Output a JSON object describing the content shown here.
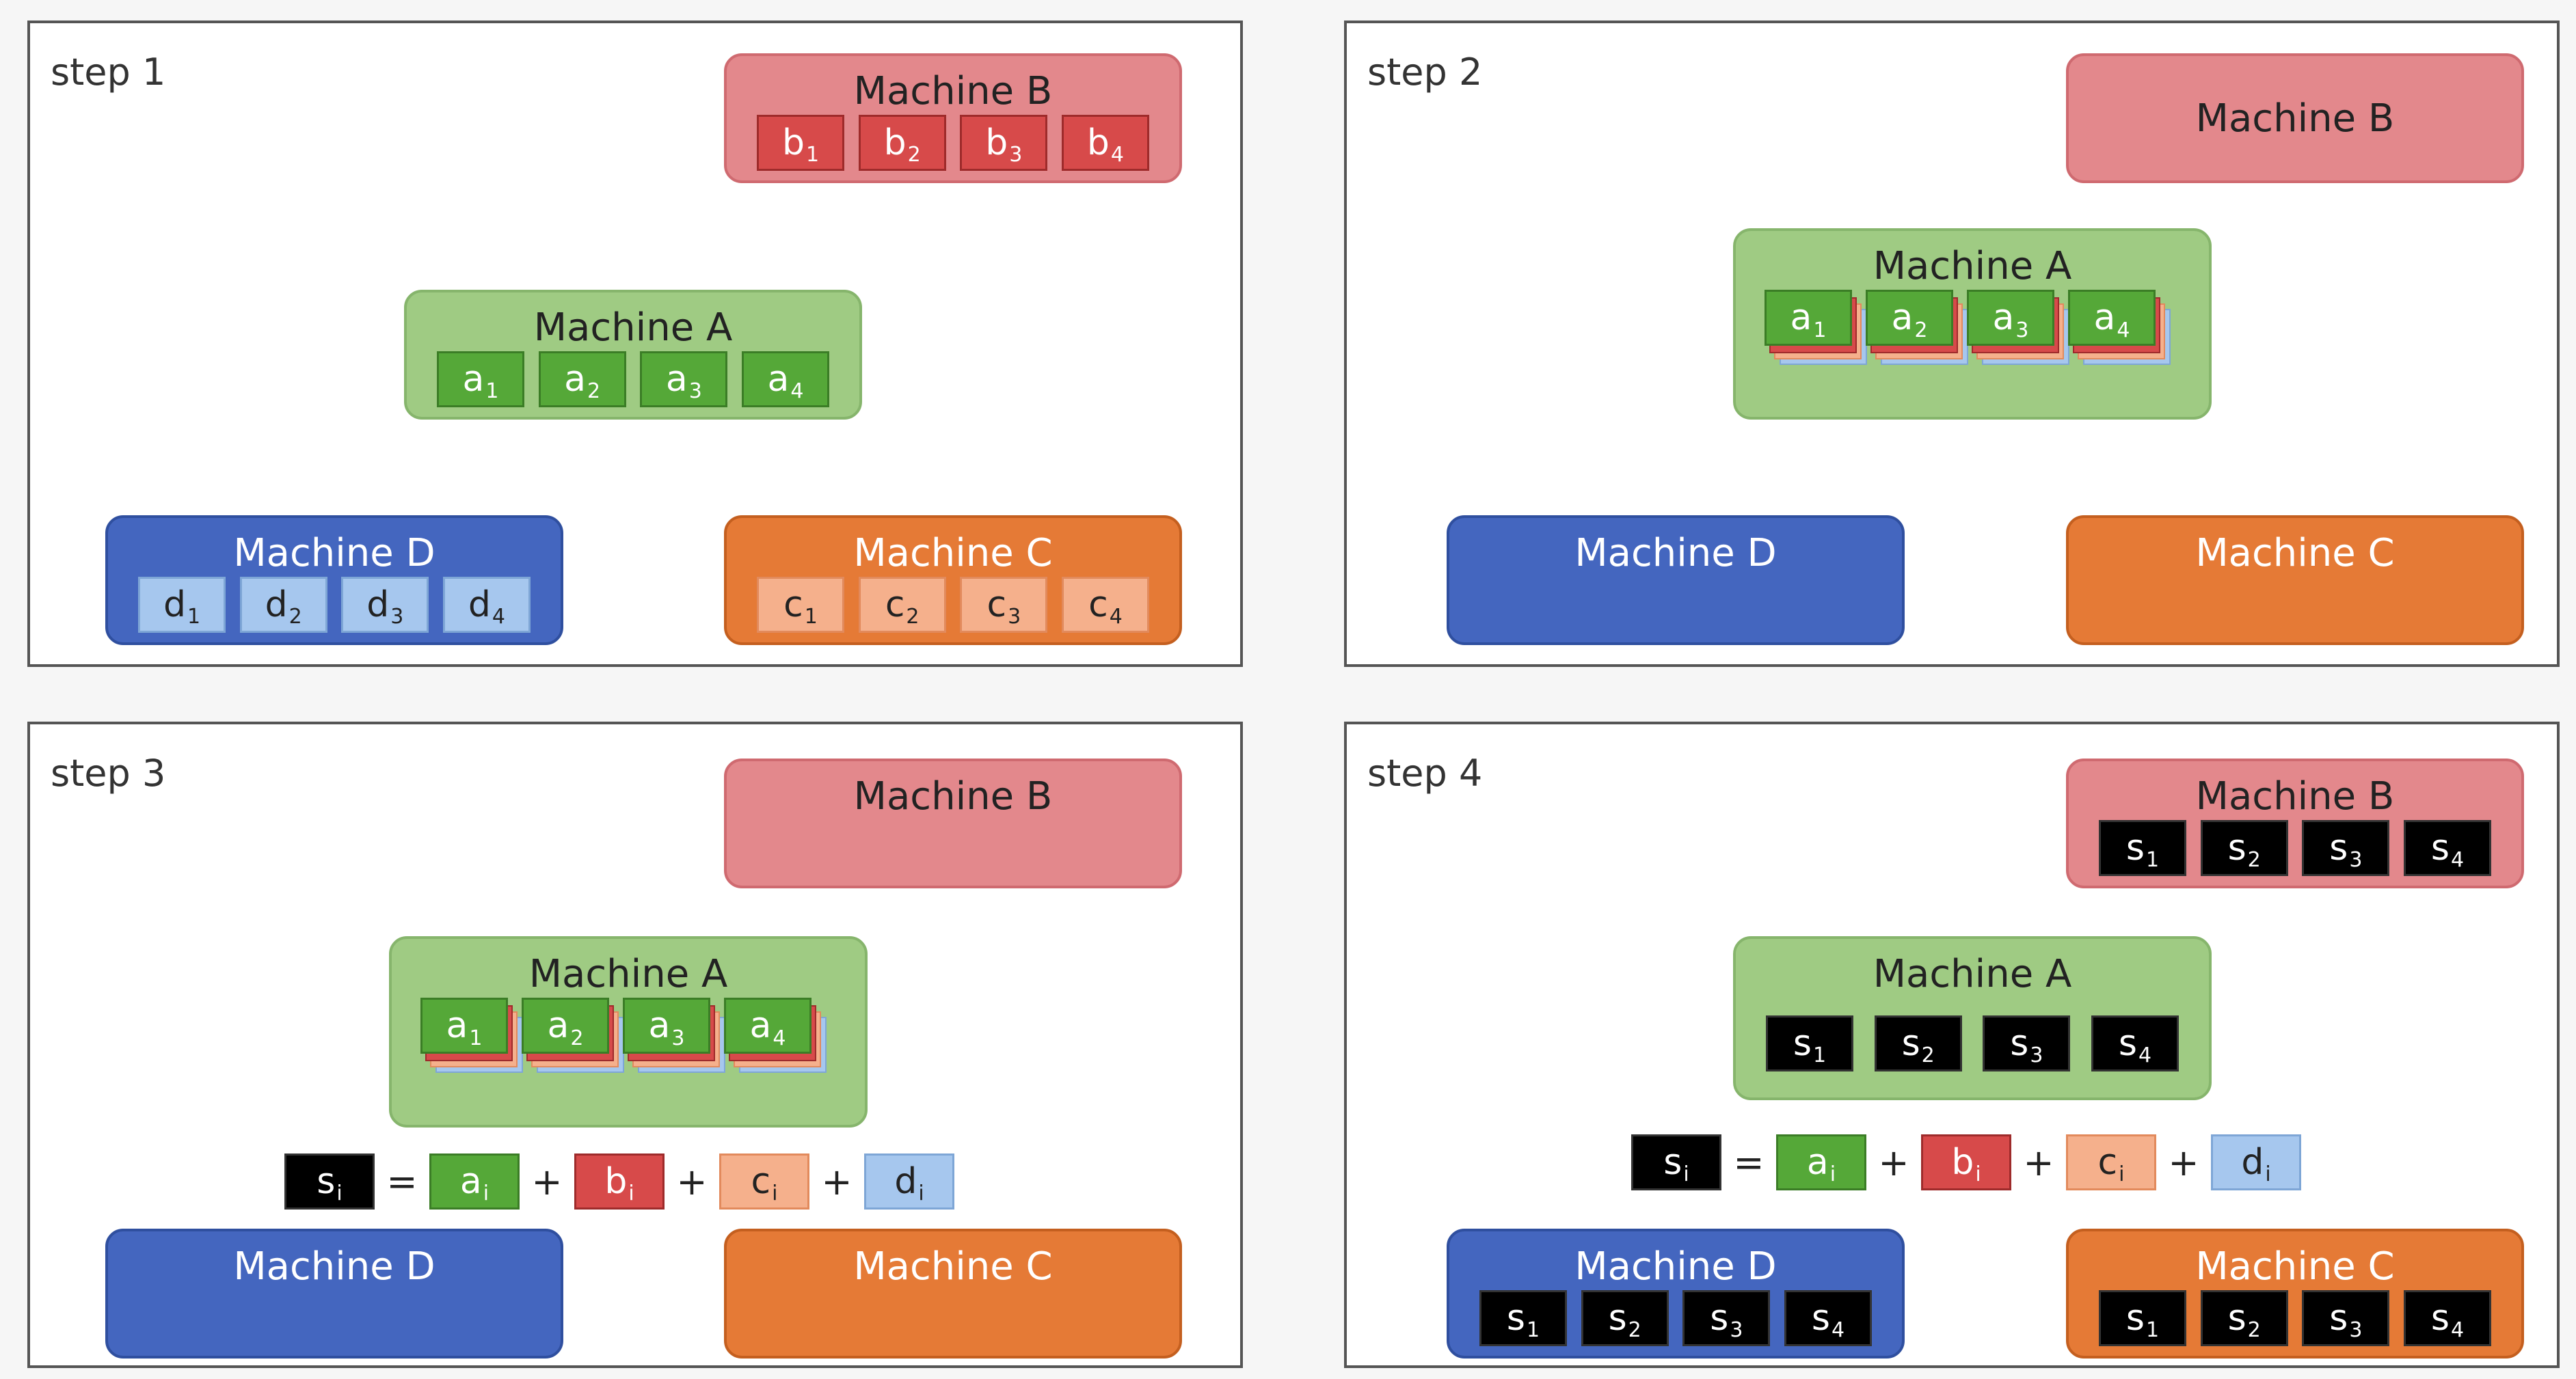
{
  "colors": {
    "machine_b": "#e3888c",
    "machine_a": "#9fcb83",
    "machine_d": "#4466bf",
    "machine_c": "#e57a36",
    "chip_b": "#d74a4a",
    "chip_a": "#55a838",
    "chip_d": "#a6c7ee",
    "chip_c": "#f5b08c",
    "chip_s": "#000000"
  },
  "machines": {
    "B": "Machine B",
    "A": "Machine A",
    "D": "Machine D",
    "C": "Machine C"
  },
  "chips": {
    "b": {
      "letter": "b",
      "subs": [
        "1",
        "2",
        "3",
        "4"
      ]
    },
    "a": {
      "letter": "a",
      "subs": [
        "1",
        "2",
        "3",
        "4"
      ]
    },
    "d": {
      "letter": "d",
      "subs": [
        "1",
        "2",
        "3",
        "4"
      ]
    },
    "c": {
      "letter": "c",
      "subs": [
        "1",
        "2",
        "3",
        "4"
      ]
    },
    "s": {
      "letter": "s",
      "subs": [
        "1",
        "2",
        "3",
        "4"
      ]
    }
  },
  "equation": {
    "lhs": {
      "letter": "s",
      "sub": "i"
    },
    "equals": "=",
    "plus": "+",
    "terms": [
      {
        "letter": "a",
        "sub": "i"
      },
      {
        "letter": "b",
        "sub": "i"
      },
      {
        "letter": "c",
        "sub": "i"
      },
      {
        "letter": "d",
        "sub": "i"
      }
    ]
  },
  "steps": [
    {
      "label": "step 1"
    },
    {
      "label": "step 2"
    },
    {
      "label": "step 3"
    },
    {
      "label": "step 4"
    }
  ]
}
